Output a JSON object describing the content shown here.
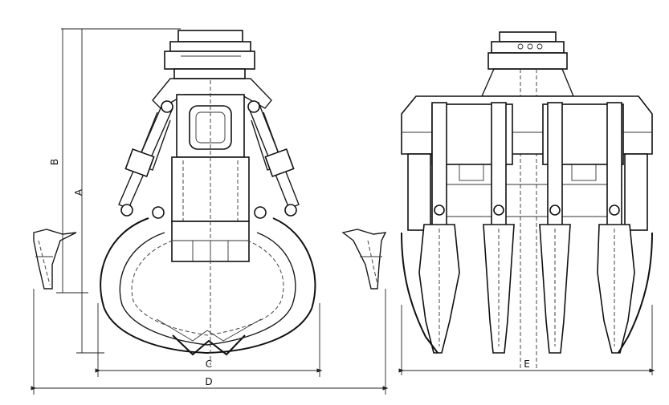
{
  "drawing": {
    "dimension_labels": {
      "a": "A",
      "b": "B",
      "c": "C",
      "d": "D",
      "e": "E"
    }
  }
}
